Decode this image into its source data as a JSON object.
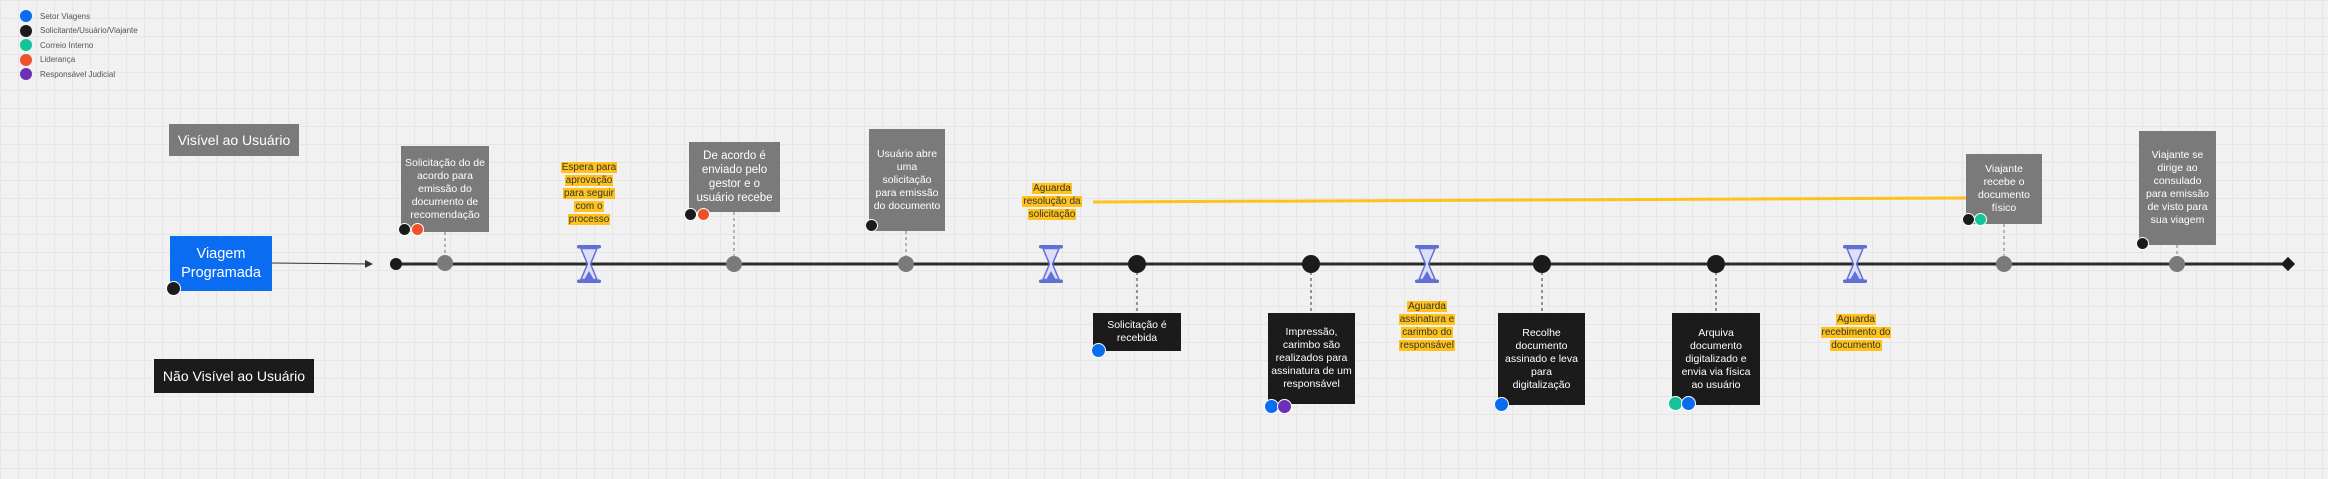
{
  "legend": [
    {
      "label": "Setor Viagens",
      "color": "#0a6cf0"
    },
    {
      "label": "Solicitante/Usuário/Viajante",
      "color": "#1b1b1b"
    },
    {
      "label": "Correio Interno",
      "color": "#12c49a"
    },
    {
      "label": "Liderança",
      "color": "#f0502a"
    },
    {
      "label": "Responsável Judicial",
      "color": "#6b2fb8"
    }
  ],
  "lanes": {
    "visible": "Visível ao Usuário",
    "not_visible": "Não Visível ao Usuário"
  },
  "start": {
    "label": "Viagem Programada"
  },
  "upper_notes": [
    "Solicitação do de acordo para emissão do documento de recomendação",
    "De acordo é enviado pelo gestor e o usuário recebe",
    "Usuário abre uma solicitação para emissão do documento",
    "Viajante recebe o documento físico",
    "Viajante se dirige ao consulado para emissão de visto para sua viagem"
  ],
  "lower_notes": [
    "Solicitação é recebida",
    "Impressão, carimbo são realizados para assinatura de um responsável",
    "Recolhe documento assinado e leva para digitalização",
    "Arquiva documento digitalizado e envia via física ao usuário"
  ],
  "waits": [
    "Espera para aprovação para seguir com o processo",
    "Aguarda resolução da solicitação",
    "Aguarda assinatura e carimbo do responsável",
    "Aguarda recebimento do documento"
  ],
  "colors": {
    "setor_viagens": "#0a6cf0",
    "solicitante": "#1b1b1b",
    "correio": "#12c49a",
    "lideranca": "#f0502a",
    "juridico": "#6b2fb8",
    "visible_box": "#7a7a7a",
    "hidden_box": "#1b1b1b",
    "wait_highlight": "#ffc21a"
  }
}
